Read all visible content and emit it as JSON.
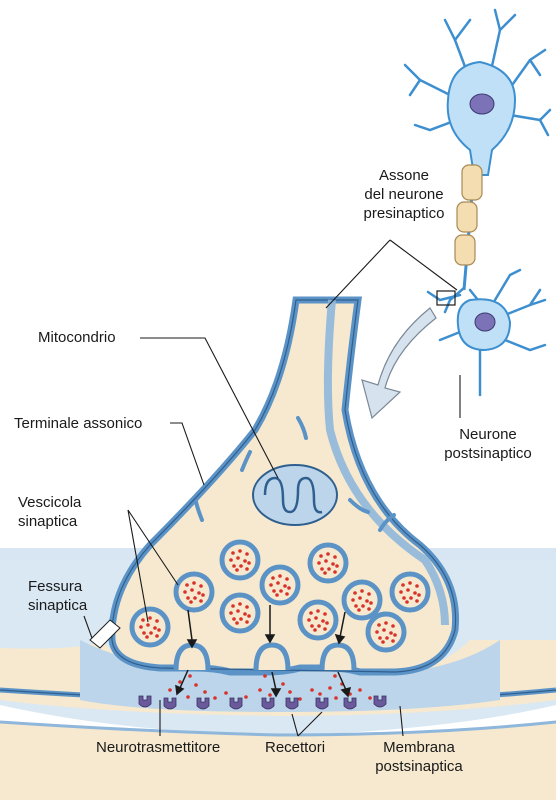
{
  "labels": {
    "axon": "Assone\ndel neurone\npresinaptico",
    "mitochondrion": "Mitocondrio",
    "axon_terminal": "Terminale assonico",
    "synaptic_vesicle": "Vescicola\nsinaptica",
    "synaptic_cleft": "Fessura\nsinaptica",
    "postsynaptic_neuron": "Neurone\npostsinaptico",
    "neurotransmitter": "Neurotrasmettitore",
    "receptors": "Recettori",
    "postsynaptic_membrane": "Membrana\npostsinaptica"
  },
  "colors": {
    "cytoplasm": "#f6e9cf",
    "membrane": "#5c93c6",
    "membrane_dark": "#2f5f8f",
    "cleft": "#bcd5ea",
    "neuron": "#bfe0f6",
    "neuron_outline": "#3d8fd0",
    "nucleus": "#7b72b8",
    "myelin": "#f3ddb1",
    "neurotransmitter": "#d8322b",
    "receptor": "#6a5a9c",
    "arrow": "#d6e3ee"
  }
}
